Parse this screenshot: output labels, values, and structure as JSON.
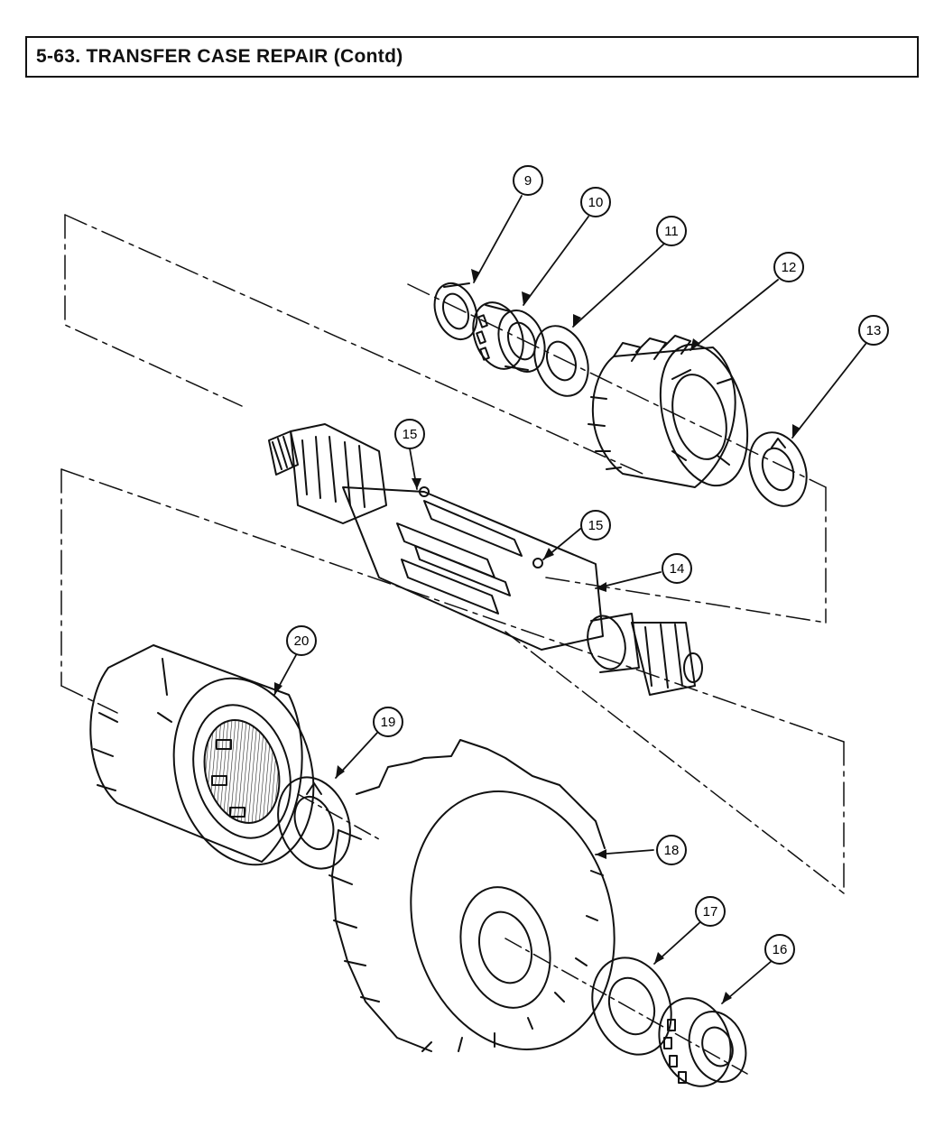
{
  "header": {
    "title": "5-63. TRANSFER CASE REPAIR (Contd)"
  },
  "callouts": [
    {
      "id": "c9",
      "label": "9"
    },
    {
      "id": "c10",
      "label": "10"
    },
    {
      "id": "c11",
      "label": "11"
    },
    {
      "id": "c12",
      "label": "12"
    },
    {
      "id": "c13",
      "label": "13"
    },
    {
      "id": "c15a",
      "label": "15"
    },
    {
      "id": "c15b",
      "label": "15"
    },
    {
      "id": "c14",
      "label": "14"
    },
    {
      "id": "c20",
      "label": "20"
    },
    {
      "id": "c19",
      "label": "19"
    },
    {
      "id": "c18",
      "label": "18"
    },
    {
      "id": "c17",
      "label": "17"
    },
    {
      "id": "c16",
      "label": "16"
    }
  ]
}
